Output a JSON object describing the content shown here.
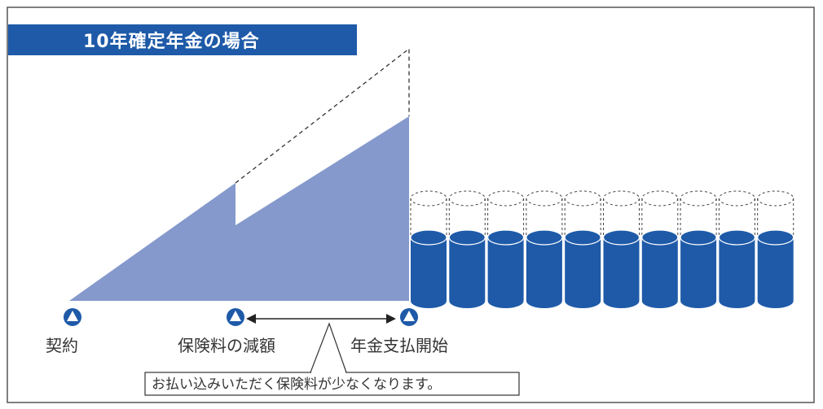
{
  "title": "10年確定年金の場合",
  "labels": {
    "contract": "契約",
    "premium_reduction": "保険料の減額",
    "annuity_start": "年金支払開始"
  },
  "callout": "お払い込みいただく保険料が少なくなります。",
  "annuity_cylinders": 10,
  "colors": {
    "title_band": "#1e5aa8",
    "area_fill": "#8599cc",
    "cylinder_fill": "#1e5aa8",
    "marker": "#1e5aa8",
    "border": "#555555"
  }
}
